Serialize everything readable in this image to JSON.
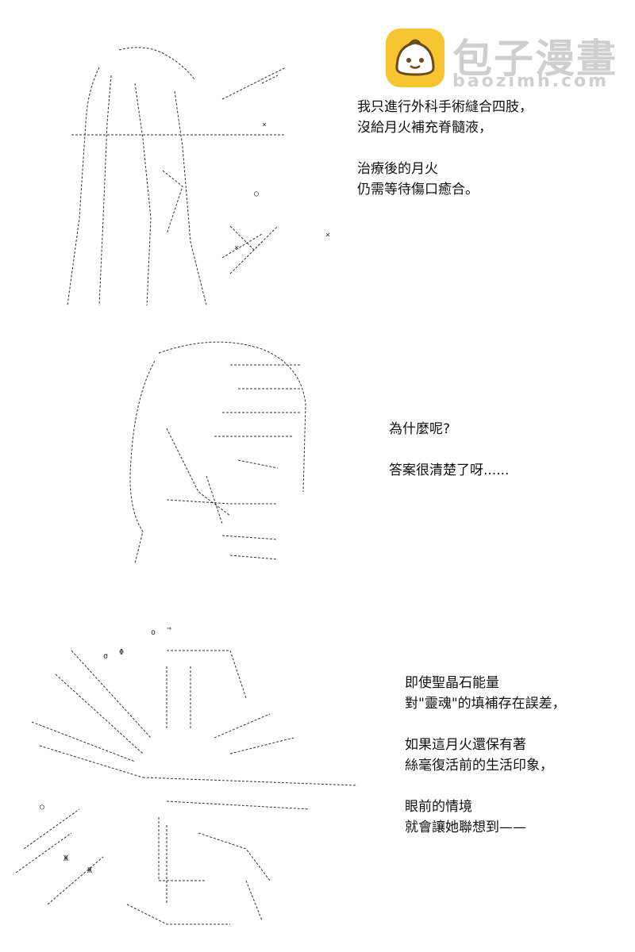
{
  "watermark": {
    "title": "包子漫畫",
    "url": "baozimh.com",
    "badge_color": "#f7c531",
    "text_color": "#cfcfcf"
  },
  "panel1": {
    "lines": [
      "我只進行外科手術縫合四肢，",
      "沒給月火補充脊髓液，",
      "",
      "治療後的月火",
      "仍需等待傷口癒合。"
    ]
  },
  "panel2": {
    "lines": [
      "為什麼呢?",
      "",
      "答案很清楚了呀......"
    ]
  },
  "panel3": {
    "lines": [
      "即使聖晶石能量",
      "對\"靈魂\"的填補存在誤差，",
      "",
      "如果這月火還保有著",
      "絲毫復活前的生活印象，",
      "",
      "眼前的情境",
      "就會讓她聯想到——"
    ]
  }
}
